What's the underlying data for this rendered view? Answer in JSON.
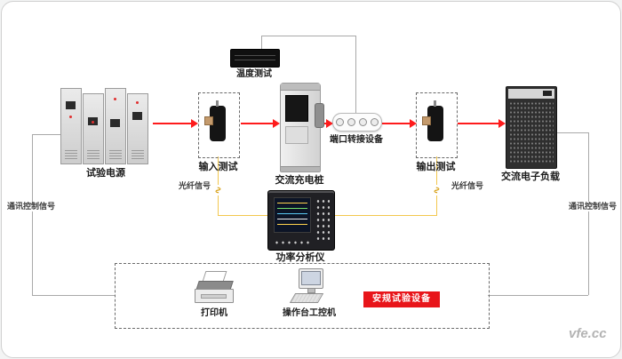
{
  "watermark": "vfe.cc",
  "colors": {
    "arrow_red": "#fe1b1c",
    "fiber_yellow": "#f3c84f",
    "line_gray": "#a9a9a9",
    "badge_bg": "#e8151a",
    "badge_text": "#ffffff"
  },
  "icons": {
    "fiber_squiggle": "∿"
  },
  "nodes": {
    "test_power": {
      "label": "试验电源"
    },
    "input_test": {
      "label": "输入测试"
    },
    "temperature_test": {
      "label": "温度测试"
    },
    "ac_charging_pile": {
      "label": "交流充电桩"
    },
    "port_adapter": {
      "label": "端口转接设备"
    },
    "output_test": {
      "label": "输出测试"
    },
    "ac_electronic_load": {
      "label": "交流电子负载"
    },
    "power_analyzer": {
      "label": "功率分析仪"
    },
    "printer": {
      "label": "打印机"
    },
    "console_computer": {
      "label": "操作台工控机"
    },
    "safety_equipment_badge": {
      "label": "安规试验设备"
    }
  },
  "signal_labels": {
    "fiber_left": "光纤信号",
    "fiber_right": "光纤信号",
    "comm_left": "通讯控制信号",
    "comm_right": "通讯控制信号"
  }
}
